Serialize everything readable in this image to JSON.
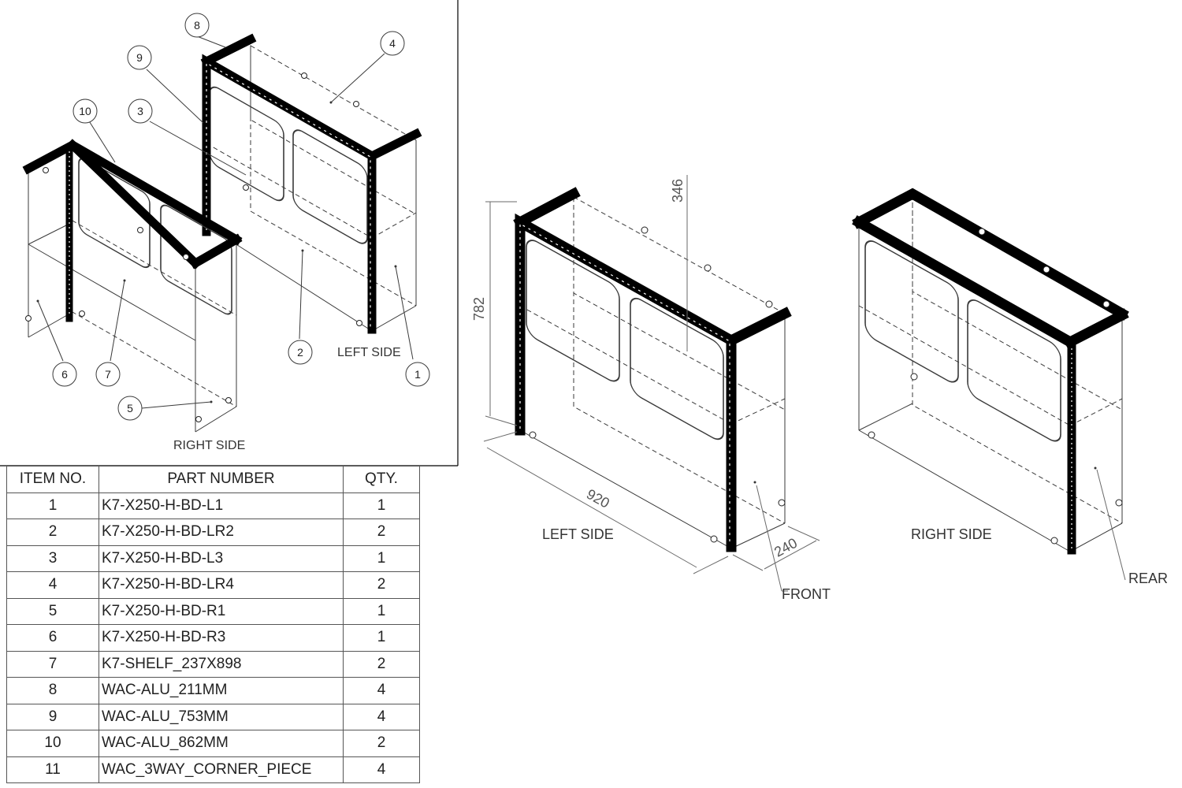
{
  "views": {
    "exploded_left_label": "LEFT SIDE",
    "exploded_right_label": "RIGHT SIDE",
    "assembled_left_label": "LEFT SIDE",
    "assembled_right_label": "RIGHT SIDE",
    "front_label": "FRONT",
    "rear_label": "REAR"
  },
  "dimensions": {
    "height": "782",
    "width": "920",
    "depth": "240",
    "opening": "346"
  },
  "balloons": [
    {
      "id": "b1",
      "text": "1"
    },
    {
      "id": "b2",
      "text": "2"
    },
    {
      "id": "b3",
      "text": "3"
    },
    {
      "id": "b4",
      "text": "4"
    },
    {
      "id": "b5",
      "text": "5"
    },
    {
      "id": "b6",
      "text": "6"
    },
    {
      "id": "b7",
      "text": "7"
    },
    {
      "id": "b8",
      "text": "8"
    },
    {
      "id": "b9",
      "text": "9"
    },
    {
      "id": "b10",
      "text": "10"
    }
  ],
  "bom": {
    "headers": [
      "ITEM NO.",
      "PART NUMBER",
      "QTY."
    ],
    "rows": [
      [
        "1",
        "K7-X250-H-BD-L1",
        "1"
      ],
      [
        "2",
        "K7-X250-H-BD-LR2",
        "2"
      ],
      [
        "3",
        "K7-X250-H-BD-L3",
        "1"
      ],
      [
        "4",
        "K7-X250-H-BD-LR4",
        "2"
      ],
      [
        "5",
        "K7-X250-H-BD-R1",
        "1"
      ],
      [
        "6",
        "K7-X250-H-BD-R3",
        "1"
      ],
      [
        "7",
        "K7-SHELF_237X898",
        "2"
      ],
      [
        "8",
        "WAC-ALU_211MM",
        "4"
      ],
      [
        "9",
        "WAC-ALU_753MM",
        "4"
      ],
      [
        "10",
        "WAC-ALU_862MM",
        "2"
      ],
      [
        "11",
        "WAC_3WAY_CORNER_PIECE",
        "4"
      ]
    ]
  }
}
